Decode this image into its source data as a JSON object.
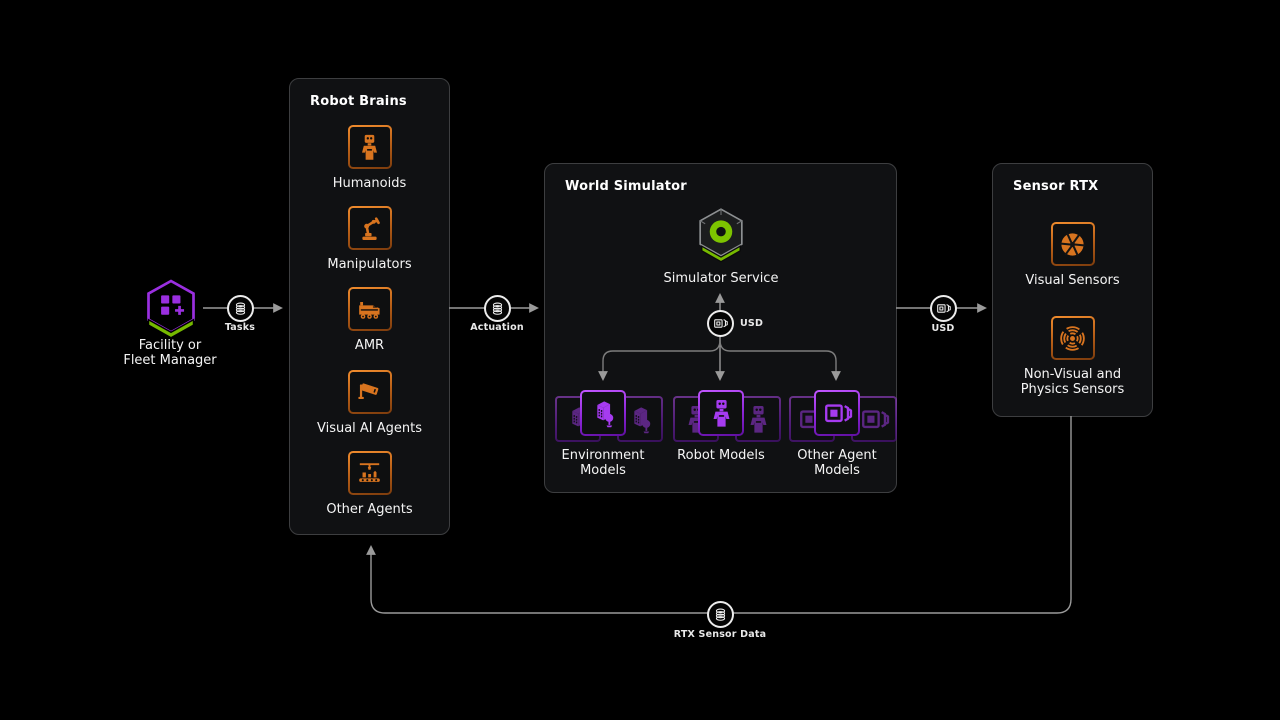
{
  "palette": {
    "nvidia_green": "#76b900",
    "accent_purple": "#a63bf0",
    "accent_orange": "#d8741f",
    "wire_gray": "#9a9a9a",
    "panel_bg": "#101113",
    "panel_border": "#3d3e40"
  },
  "facility": {
    "label": "Facility or\nFleet Manager",
    "icon": "fleet-manager-hexagon-icon"
  },
  "connectors": {
    "tasks": {
      "label": "Tasks",
      "icon": "database-icon"
    },
    "actuation": {
      "label": "Actuation",
      "icon": "database-icon"
    },
    "usd_out": {
      "label": "USD",
      "icon": "usd-layers-icon"
    },
    "usd_internal": {
      "label": "USD",
      "icon": "usd-layers-icon"
    },
    "rtx_sensor_data": {
      "label": "RTX Sensor Data",
      "icon": "database-icon"
    }
  },
  "robot_brains": {
    "title": "Robot Brains",
    "items": [
      {
        "label": "Humanoids",
        "icon": "humanoid-robot-icon"
      },
      {
        "label": "Manipulators",
        "icon": "robot-arm-icon"
      },
      {
        "label": "AMR",
        "icon": "amr-rover-icon"
      },
      {
        "label": "Visual AI Agents",
        "icon": "cctv-camera-icon"
      },
      {
        "label": "Other Agents",
        "icon": "conveyor-belt-icon"
      }
    ]
  },
  "world_simulator": {
    "title": "World Simulator",
    "service": {
      "label": "Simulator Service",
      "icon": "isaac-sim-hexagon-icon"
    },
    "models": [
      {
        "label": "Environment\nModels",
        "icon": "building-tree-icon"
      },
      {
        "label": "Robot Models",
        "icon": "humanoid-robot-icon"
      },
      {
        "label": "Other Agent\nModels",
        "icon": "layered-cards-icon"
      }
    ]
  },
  "sensor_rtx": {
    "title": "Sensor RTX",
    "items": [
      {
        "label": "Visual Sensors",
        "icon": "aperture-icon"
      },
      {
        "label": "Non-Visual and\nPhysics Sensors",
        "icon": "radar-waves-icon"
      }
    ]
  }
}
